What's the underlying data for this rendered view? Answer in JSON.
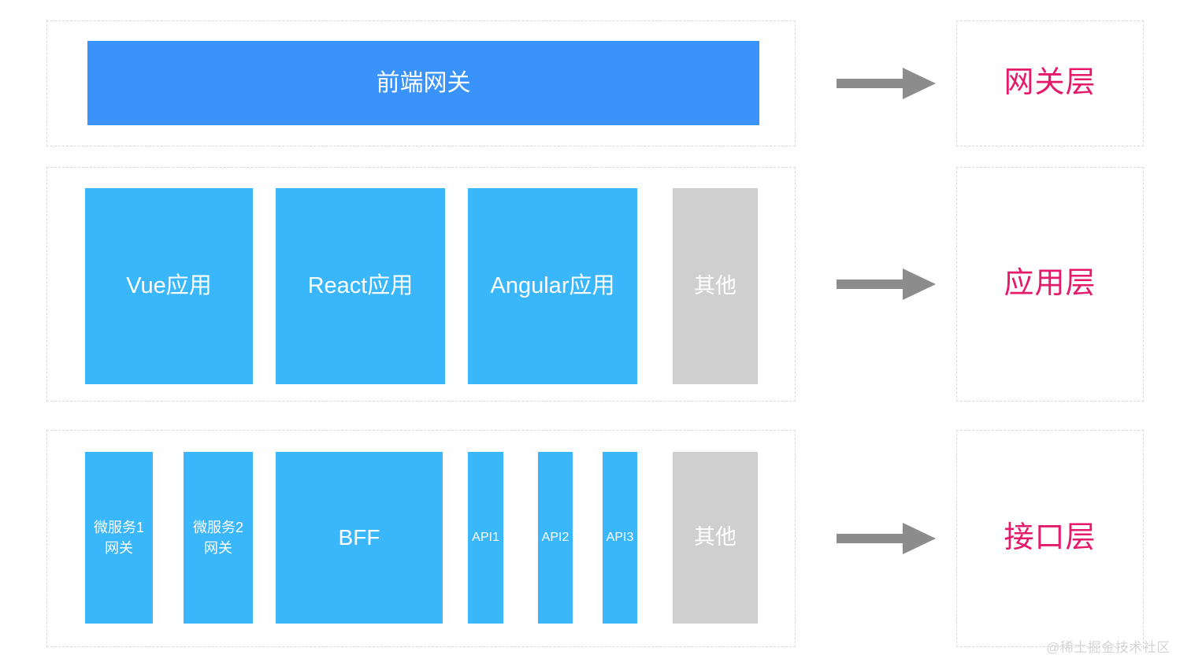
{
  "diagram": {
    "title_hidden": "",
    "colors": {
      "gateway_blue": "#3a93fa",
      "node_blue": "#3ab6fb",
      "node_gray": "#cfcfcf",
      "layer_label_pink": "#e61a6b",
      "arrow_gray": "#8c8c8c",
      "dashed_border": "#d8d8d8",
      "background": "#ffffff",
      "watermark_gray": "#d5d5d5"
    },
    "rows": [
      {
        "id": "gateway-row",
        "layer_label": "网关层",
        "arrow_name": "arrow-right",
        "nodes": [
          {
            "id": "frontend-gateway",
            "label": "前端网关",
            "style": "blue-dark"
          }
        ]
      },
      {
        "id": "application-row",
        "layer_label": "应用层",
        "arrow_name": "arrow-right",
        "nodes": [
          {
            "id": "vue-app",
            "label": "Vue应用",
            "style": "blue-light"
          },
          {
            "id": "react-app",
            "label": "React应用",
            "style": "blue-light"
          },
          {
            "id": "angular-app",
            "label": "Angular应用",
            "style": "blue-light"
          },
          {
            "id": "other-app",
            "label": "其他",
            "style": "gray"
          }
        ]
      },
      {
        "id": "interface-row",
        "layer_label": "接口层",
        "arrow_name": "arrow-right",
        "nodes": [
          {
            "id": "microservice-1-gateway",
            "label": "微服务1\n网关",
            "style": "blue-light"
          },
          {
            "id": "microservice-2-gateway",
            "label": "微服务2\n网关",
            "style": "blue-light"
          },
          {
            "id": "bff",
            "label": "BFF",
            "style": "blue-light"
          },
          {
            "id": "api-1",
            "label": "API1",
            "style": "blue-light"
          },
          {
            "id": "api-2",
            "label": "API2",
            "style": "blue-light"
          },
          {
            "id": "api-3",
            "label": "API3",
            "style": "blue-light"
          },
          {
            "id": "other-interface",
            "label": "其他",
            "style": "gray"
          }
        ]
      }
    ],
    "watermark": "@稀土掘金技术社区"
  }
}
